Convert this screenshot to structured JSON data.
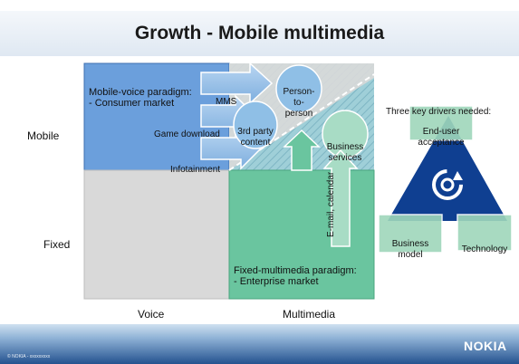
{
  "title": "Growth - Mobile multimedia",
  "rows": {
    "mobile": "Mobile",
    "fixed": "Fixed"
  },
  "columns": {
    "voice": "Voice",
    "multimedia": "Multimedia"
  },
  "quadrants": {
    "mobile_voice": {
      "heading": "Mobile-voice paradigm:",
      "detail": "- Consumer market"
    },
    "fixed_multimedia": {
      "heading": "Fixed-multimedia paradigm:",
      "detail": "- Enterprise market"
    }
  },
  "arrows": {
    "mms": "MMS",
    "game_download": "Game download",
    "infotainment": "Infotainment",
    "email_calendar": "E-mail, calendar"
  },
  "bubbles": {
    "person": [
      "Person-",
      "to-",
      "person"
    ],
    "third_party": [
      "3rd party",
      "content"
    ],
    "business": [
      "Business",
      "services"
    ]
  },
  "drivers": {
    "heading": "Three key drivers needed:",
    "end_user": [
      "End-user",
      "acceptance"
    ],
    "business_model": [
      "Business",
      "model"
    ],
    "technology": "Technology"
  },
  "footer": {
    "small_text": "© NOKIA - xxxxxxxxx",
    "logo": "NOKIA"
  },
  "colors": {
    "mobile_voice": "#6b9fdc",
    "fixed_voice": "#d9d9d9",
    "fixed_multimedia": "#6ac59f",
    "mobile_multimedia": "#9fcfd8",
    "bubble": "#8fbfe6",
    "bubble_green": "#a8dcc5",
    "triangle": "#0f3f91",
    "driver_box": "#9fd7bb"
  }
}
